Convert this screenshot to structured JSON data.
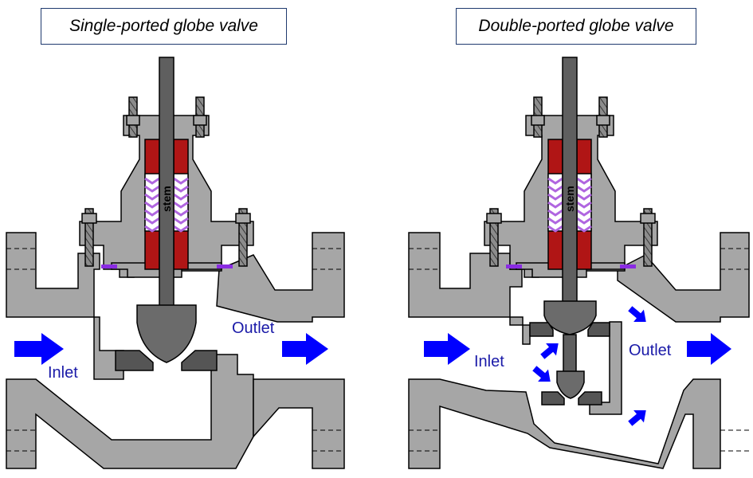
{
  "diagrams": [
    {
      "title": "Single-ported globe valve",
      "labels": {
        "inlet": "Inlet",
        "outlet": "Outlet",
        "stem": "stem"
      }
    },
    {
      "title": "Double-ported globe valve",
      "labels": {
        "inlet": "Inlet",
        "outlet": "Outlet",
        "stem": "stem"
      }
    }
  ],
  "colors": {
    "body": "#a6a6a6",
    "stem": "#5f5f5f",
    "plug": "#6b6b6b",
    "seat": "#555555",
    "packing": "#b01515",
    "spring": "#b066e0",
    "gasket": "#8a2be2",
    "arrow": "#0000ff",
    "label": "#1a1aa8"
  }
}
